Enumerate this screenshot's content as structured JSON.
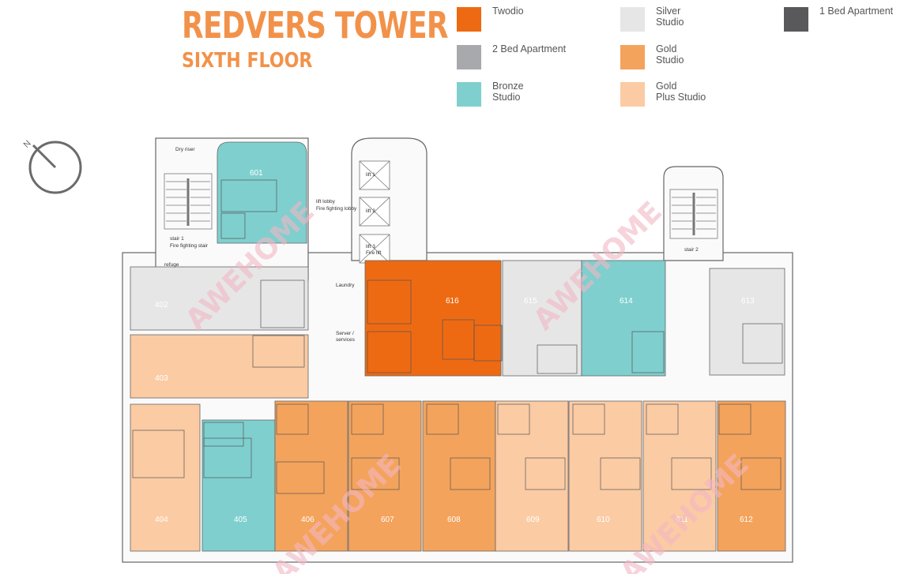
{
  "header": {
    "title": "REDVERS TOWER",
    "subtitle": "SIXTH FLOOR"
  },
  "legend": [
    {
      "label": "Twodio",
      "color": "#ee6a12"
    },
    {
      "label": "Silver\nStudio",
      "color": "#e6e6e6"
    },
    {
      "label": "1 Bed Apartment",
      "color": "#59595b"
    },
    {
      "label": "2 Bed Apartment",
      "color": "#a8a9ad"
    },
    {
      "label": "Gold\nStudio",
      "color": "#f4a35c"
    },
    {
      "label": "Bronze\nStudio",
      "color": "#7fcfcf"
    },
    {
      "label": "Gold\nPlus Studio",
      "color": "#fbcba4"
    }
  ],
  "compass": {
    "label": "N"
  },
  "units": [
    {
      "number": "601",
      "type": "Bronze Studio"
    },
    {
      "number": "402",
      "type": "Silver Studio"
    },
    {
      "number": "403",
      "type": "Gold Plus Studio"
    },
    {
      "number": "616",
      "type": "Twodio"
    },
    {
      "number": "615",
      "type": "Silver Studio"
    },
    {
      "number": "614",
      "type": "Bronze Studio"
    },
    {
      "number": "613",
      "type": "Silver Studio"
    },
    {
      "number": "404",
      "type": "Gold Plus Studio"
    },
    {
      "number": "405",
      "type": "Bronze Studio"
    },
    {
      "number": "406",
      "type": "Gold Studio"
    },
    {
      "number": "607",
      "type": "Gold Studio"
    },
    {
      "number": "608",
      "type": "Gold Studio"
    },
    {
      "number": "609",
      "type": "Gold Plus Studio"
    },
    {
      "number": "610",
      "type": "Gold Plus Studio"
    },
    {
      "number": "611",
      "type": "Gold Plus Studio"
    },
    {
      "number": "612",
      "type": "Gold Studio"
    }
  ],
  "rooms": {
    "dry_riser": "Dry riser",
    "stair1": "stair 1",
    "stair1_sub": "Fire fighting stair",
    "refuge": "refuge",
    "lift_lobby": "lift lobby",
    "lift_lobby_sub": "Fire fighting lobby",
    "lift1": "lift 1",
    "lift2": "lift 2",
    "lift3": "lift 3",
    "lift3_sub": "Fire lift",
    "laundry": "Laundry",
    "server": "Server /",
    "server_sub": "services",
    "stair2": "stair 2"
  },
  "watermark": "AWEHOME"
}
